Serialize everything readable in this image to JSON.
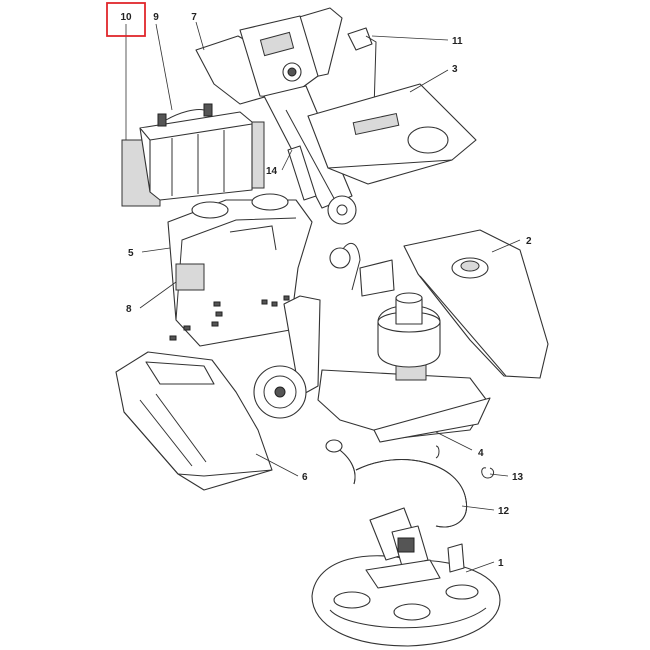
{
  "diagram": {
    "callouts": [
      {
        "id": "1",
        "label": "1"
      },
      {
        "id": "2",
        "label": "2"
      },
      {
        "id": "3",
        "label": "3"
      },
      {
        "id": "4",
        "label": "4"
      },
      {
        "id": "5",
        "label": "5"
      },
      {
        "id": "6",
        "label": "6"
      },
      {
        "id": "7",
        "label": "7"
      },
      {
        "id": "8",
        "label": "8"
      },
      {
        "id": "9",
        "label": "9"
      },
      {
        "id": "10",
        "label": "10",
        "highlighted": true
      },
      {
        "id": "11",
        "label": "11"
      },
      {
        "id": "12",
        "label": "12"
      },
      {
        "id": "13",
        "label": "13"
      },
      {
        "id": "14",
        "label": "14"
      }
    ],
    "highlight_color": "#e0262b",
    "line_color": "#333333"
  }
}
